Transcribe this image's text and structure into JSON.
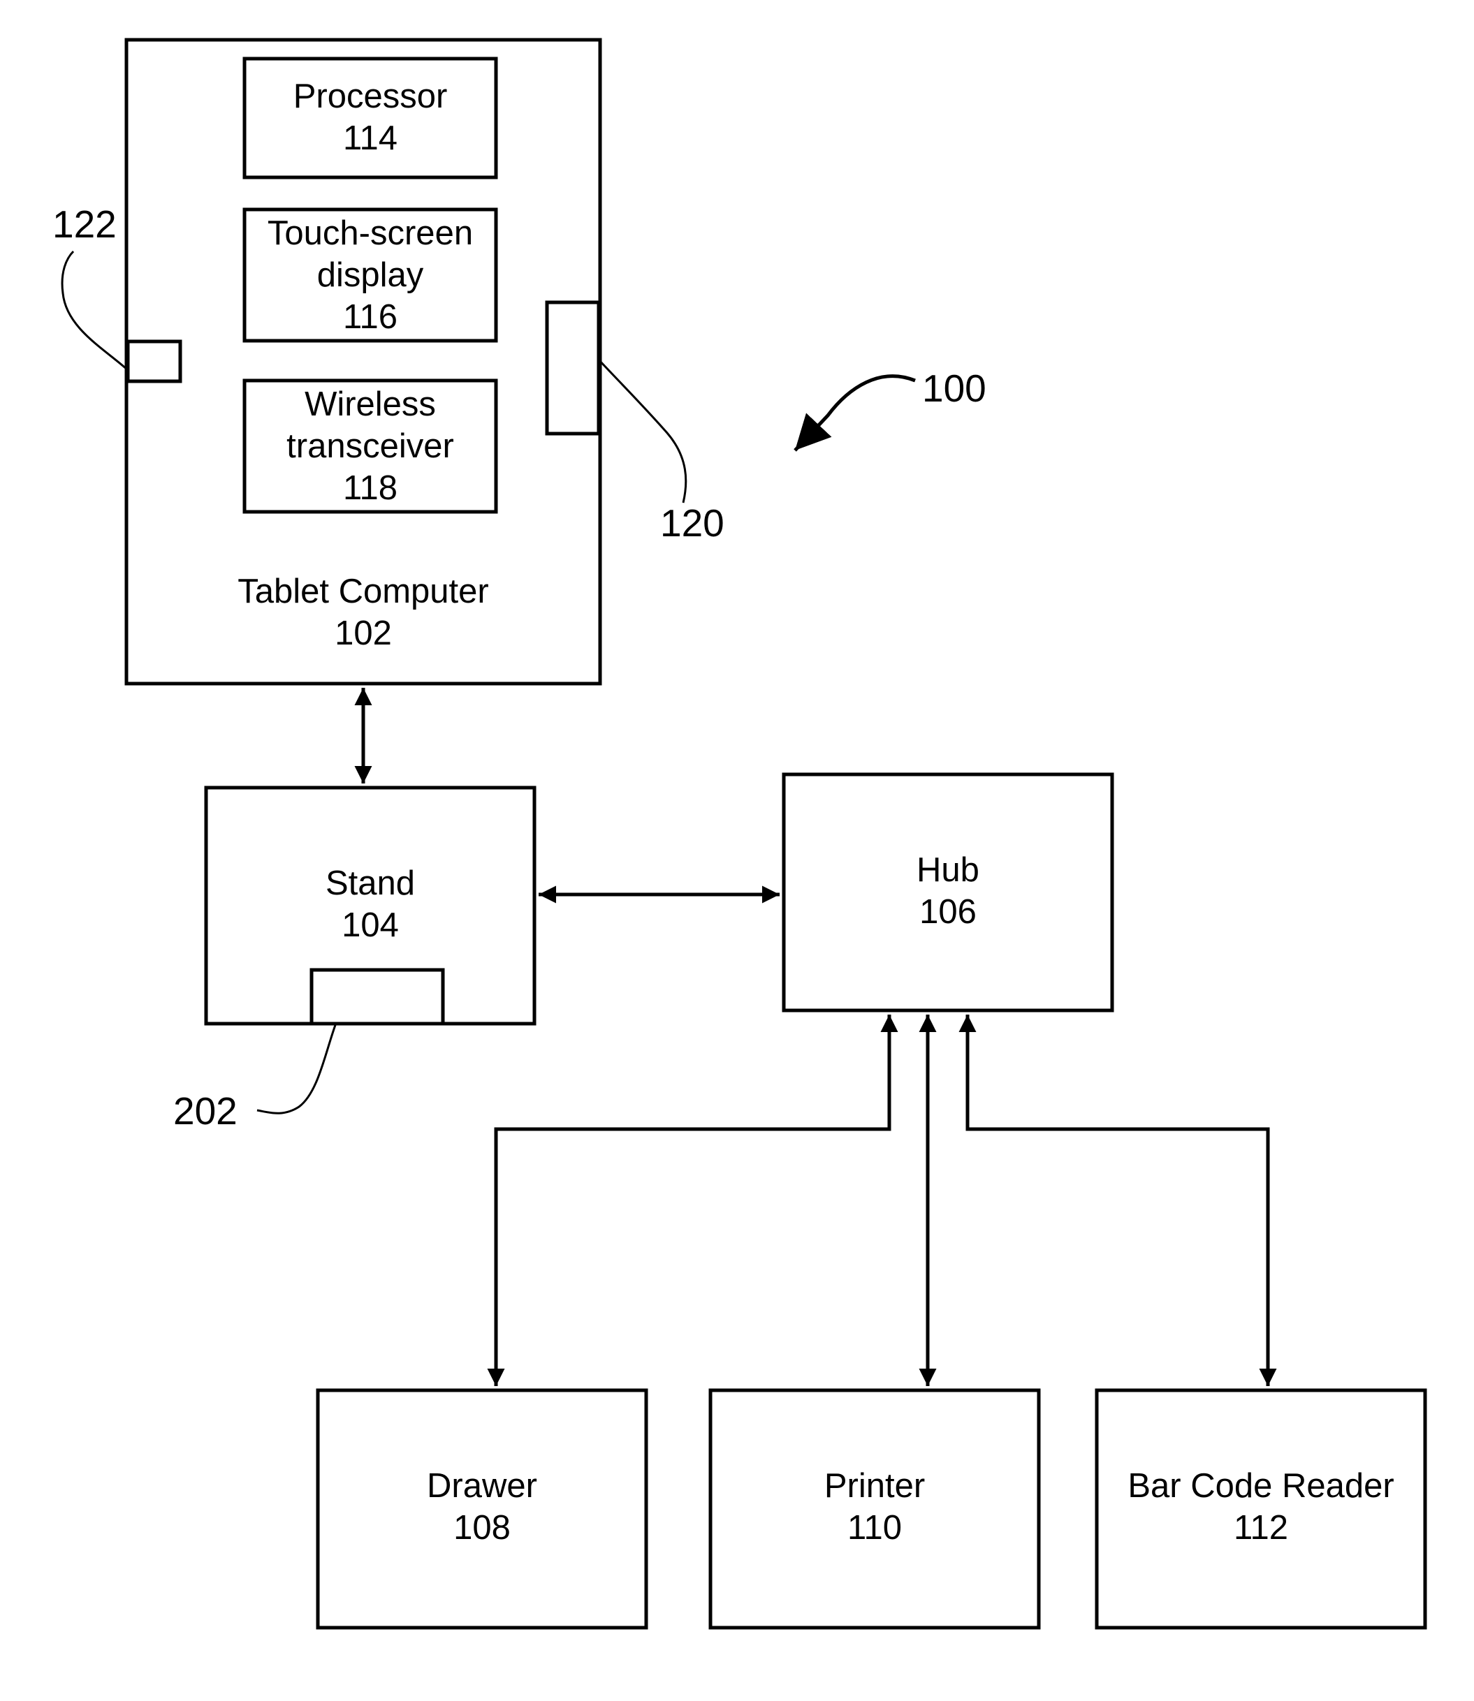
{
  "tablet": {
    "name": "Tablet Computer",
    "number": "102",
    "port_left_ref": "122",
    "port_right_ref": "120"
  },
  "processor": {
    "name": "Processor",
    "number": "114"
  },
  "touchscreen": {
    "line1": "Touch-screen",
    "line2": "display",
    "number": "116"
  },
  "wireless": {
    "line1": "Wireless",
    "line2": "transceiver",
    "number": "118"
  },
  "stand": {
    "name": "Stand",
    "number": "104",
    "port_ref": "202"
  },
  "hub": {
    "name": "Hub",
    "number": "106"
  },
  "drawer": {
    "name": "Drawer",
    "number": "108"
  },
  "printer": {
    "name": "Printer",
    "number": "110"
  },
  "barcode": {
    "name": "Bar Code Reader",
    "number": "112"
  },
  "system_ref": "100"
}
